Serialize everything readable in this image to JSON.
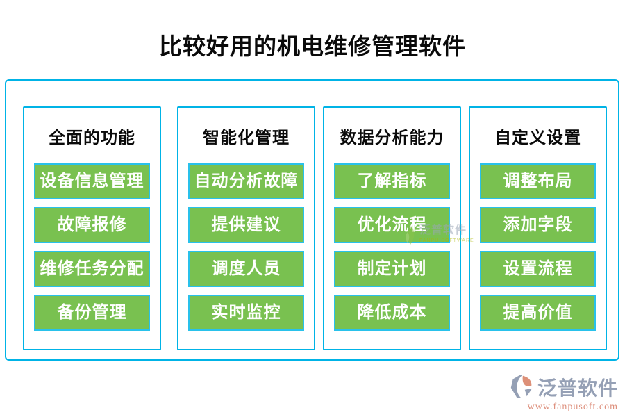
{
  "title": "比较好用的机电维修管理软件",
  "columns": [
    {
      "header": "全面的功能",
      "items": [
        "设备信息管理",
        "故障报修",
        "维修任务分配",
        "备份管理"
      ]
    },
    {
      "header": "智能化管理",
      "items": [
        "自动分析故障",
        "提供建议",
        "调度人员",
        "实时监控"
      ]
    },
    {
      "header": "数据分析能力",
      "items": [
        "了解指标",
        "优化流程",
        "制定计划",
        "降低成本"
      ]
    },
    {
      "header": "自定义设置",
      "items": [
        "调整布局",
        "添加字段",
        "设置流程",
        "提高价值"
      ]
    }
  ],
  "watermark": {
    "name": "泛普软件",
    "subname": "FANPU SOFTWARE"
  },
  "footer_logo": {
    "name": "泛普软件",
    "url": "www.fanpusoft.com"
  },
  "colors": {
    "accent_border": "#00b3e6",
    "button_green": "#79c150",
    "button_text": "#ffffff",
    "title_text": "#0a0a0a",
    "logo_gray": "#95a0b5",
    "logo_salmon": "#dd8f7c"
  }
}
